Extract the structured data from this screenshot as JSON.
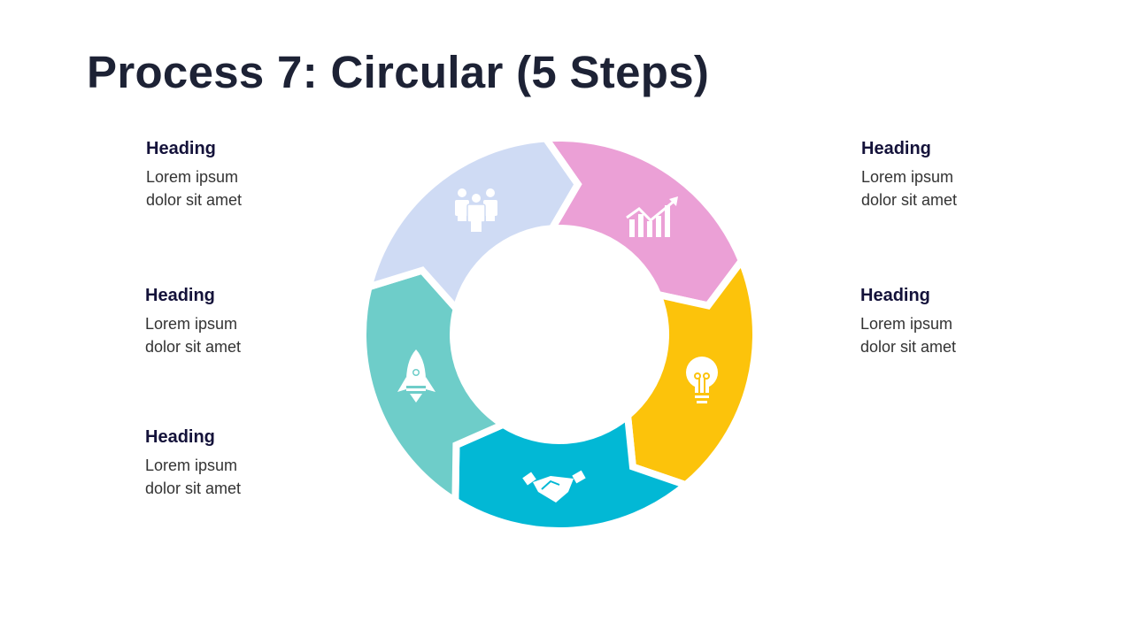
{
  "title": "Process 7: Circular (5 Steps)",
  "steps": [
    {
      "heading": "Heading",
      "body_line1": "Lorem ipsum",
      "body_line2": "dolor sit amet",
      "icon": "growth-chart-icon",
      "color": "#EBA0D6"
    },
    {
      "heading": "Heading",
      "body_line1": "Lorem ipsum",
      "body_line2": "dolor sit amet",
      "icon": "lightbulb-icon",
      "color": "#FCC30B"
    },
    {
      "heading": "Heading",
      "body_line1": "Lorem ipsum",
      "body_line2": "dolor sit amet",
      "icon": "handshake-icon",
      "color": "#02B8D5"
    },
    {
      "heading": "Heading",
      "body_line1": "Lorem ipsum",
      "body_line2": "dolor sit amet",
      "icon": "rocket-icon",
      "color": "#6ECDC9"
    },
    {
      "heading": "Heading",
      "body_line1": "Lorem ipsum",
      "body_line2": "dolor sit amet",
      "icon": "team-icon",
      "color": "#CFDBF4"
    }
  ]
}
